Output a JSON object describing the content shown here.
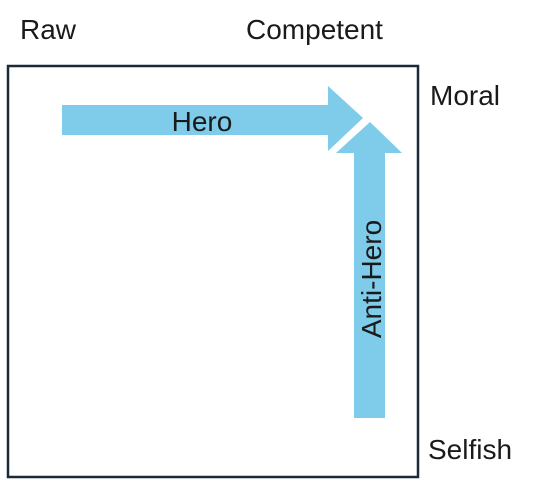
{
  "axis_labels": {
    "top_left": "Raw",
    "top_right": "Competent",
    "right_top": "Moral",
    "right_bottom": "Selfish"
  },
  "arrows": {
    "horizontal": {
      "label": "Hero"
    },
    "vertical": {
      "label": "Anti-Hero"
    }
  },
  "colors": {
    "arrow_fill": "#7ecbea",
    "frame_stroke": "#1c2a36",
    "text": "#1a1a1a"
  }
}
